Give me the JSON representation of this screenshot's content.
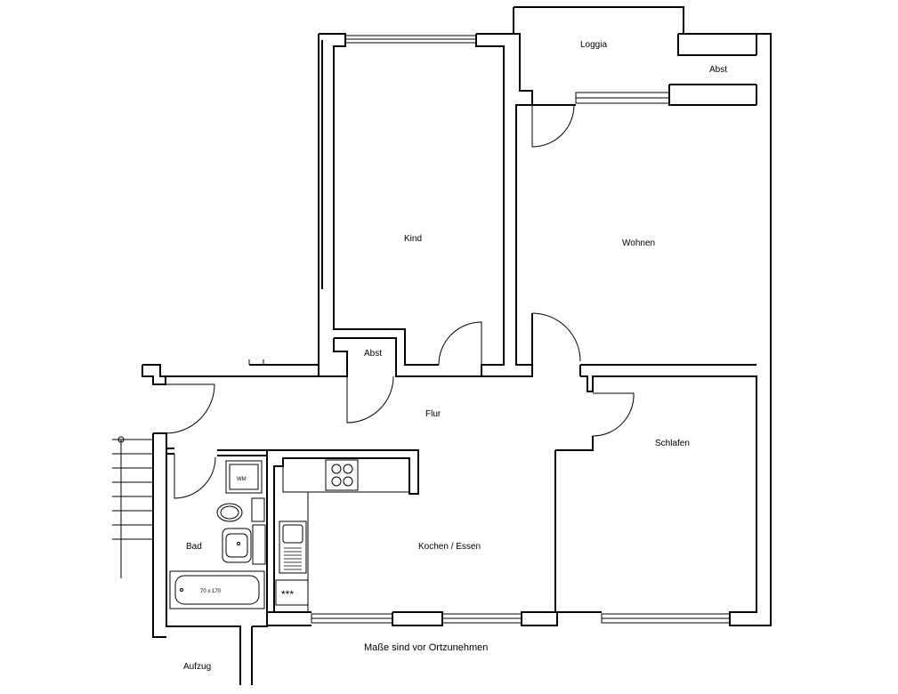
{
  "rooms": {
    "loggia": "Loggia",
    "abst_top": "Abst",
    "kind": "Kind",
    "wohnen": "Wohnen",
    "abst_mid": "Abst",
    "flur": "Flur",
    "schlafen": "Schlafen",
    "bad": "Bad",
    "kochen_essen": "Kochen / Essen",
    "aufzug": "Aufzug"
  },
  "fixtures": {
    "bathtub_size": "70 x 170",
    "wm_label": "WM",
    "stove_marks": "***"
  },
  "note": "Maße sind vor Ortzunehmen"
}
